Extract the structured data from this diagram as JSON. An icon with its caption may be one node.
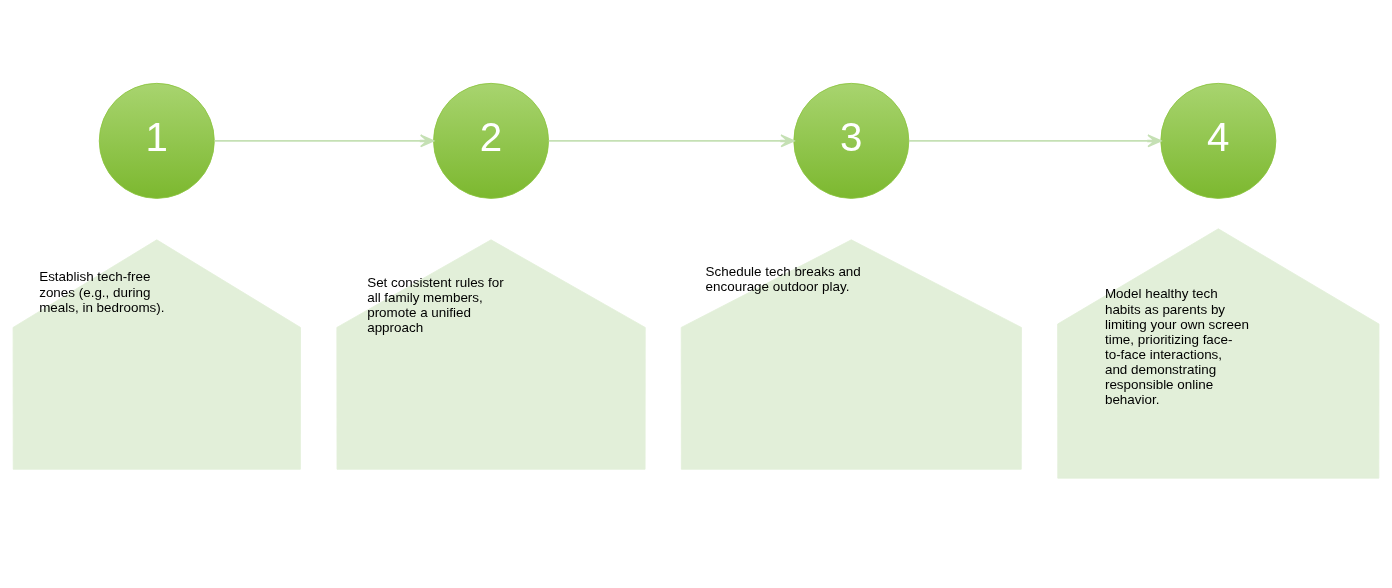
{
  "diagram": {
    "nodes": [
      {
        "text": [
          "1"
        ]
      },
      {
        "text": [
          "2"
        ]
      },
      {
        "text": [
          "3"
        ]
      },
      {
        "text": [
          "4"
        ]
      },
      {
        "text": [
          "Establish tech-free zones (e.g., during meals, in bedrooms)."
        ]
      },
      {
        "text": [
          "Set consistent rules for all family members, promote a unified approach"
        ]
      },
      {
        "text": [
          "Schedule tech breaks and encourage outdoor play."
        ]
      },
      {
        "text": [
          "Model healthy tech habits as parents by limiting your own screen time, prioritizing face-to-face interactions, and demonstrating responsible online behavior."
        ]
      }
    ],
    "edges": [
      {
        "from": 0,
        "to": 1,
        "arrow": "to"
      },
      {
        "from": 1,
        "to": 2,
        "arrow": "to"
      },
      {
        "from": 2,
        "to": 3,
        "arrow": "to"
      }
    ]
  }
}
